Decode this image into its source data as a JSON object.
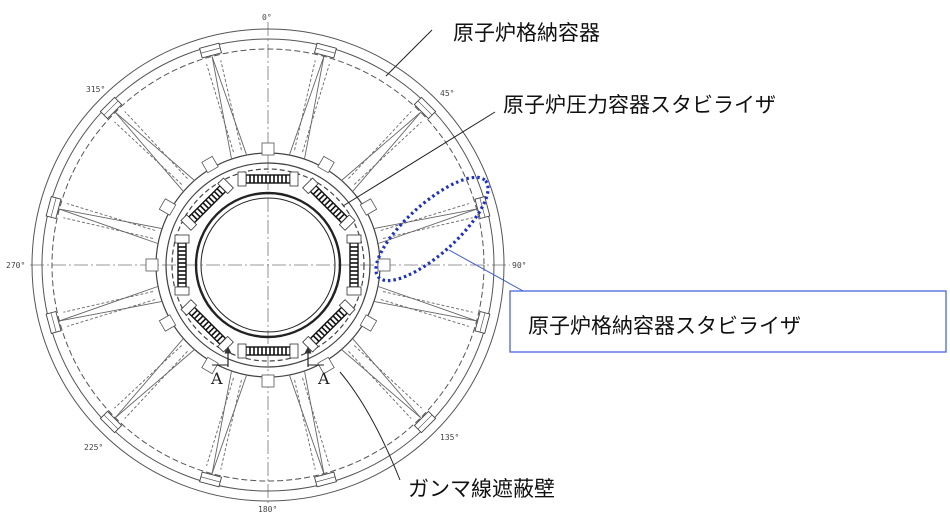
{
  "callouts": {
    "containment_vessel": "原子炉格納容器",
    "rpv_stabilizer": "原子炉圧力容器スタビライザ",
    "pcv_stabilizer": "原子炉格納容器スタビライザ",
    "gamma_shield": "ガンマ線遮蔽壁"
  },
  "angles": {
    "a0": "0°",
    "a45": "45°",
    "a90": "90°",
    "a135": "135°",
    "a180": "180°",
    "a225": "225°",
    "a270": "270°",
    "a315": "315°"
  },
  "section_marks": {
    "left": "A",
    "right": "A"
  },
  "colors": {
    "line": "#555555",
    "highlight": "#1a2fd6",
    "box_border": "#3b5bdb"
  }
}
